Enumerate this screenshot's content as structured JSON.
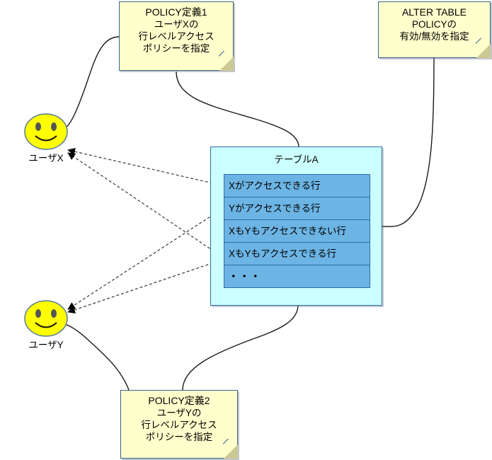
{
  "diagram": {
    "title": "Row Level Security policy diagram",
    "colors": {
      "note_fill": "#ffffcc",
      "note_border": "#36648b",
      "note_fold": "#cbc894",
      "table_fill": "#ccffff",
      "table_border": "#2f6ca5",
      "row_fill": "#6cb4e4",
      "row_border": "#2f6ca5",
      "actor_fill": "#ffff00",
      "actor_border": "#5a7a9a",
      "connector": "#1a1a1a",
      "arrow": "#000000"
    }
  },
  "notes": {
    "policy1": {
      "name": "POLICY definition 1 note",
      "lines": [
        "POLICY定義1",
        "ユーザXの",
        "行レベルアクセス",
        "ポリシーを指定"
      ]
    },
    "policy2": {
      "name": "POLICY definition 2 note",
      "lines": [
        "POLICY定義2",
        "ユーザYの",
        "行レベルアクセス",
        "ポリシーを指定"
      ]
    },
    "alter": {
      "name": "ALTER TABLE POLICY note",
      "lines": [
        "ALTER TABLE",
        "POLICYの",
        "有効/無効を指定"
      ]
    }
  },
  "table": {
    "title": "テーブルA",
    "rows": [
      {
        "label": "Xがアクセスできる行",
        "ellipsis": false
      },
      {
        "label": "Yがアクセスできる行",
        "ellipsis": false
      },
      {
        "label": "XもYもアクセスできない行",
        "ellipsis": false
      },
      {
        "label": "XもYもアクセスできる行",
        "ellipsis": false
      },
      {
        "label": "・・・",
        "ellipsis": true
      }
    ]
  },
  "actors": [
    {
      "id": "x",
      "label": "ユーザX",
      "icon": "smiley-face-icon"
    },
    {
      "id": "y",
      "label": "ユーザY",
      "icon": "smiley-face-icon"
    }
  ]
}
